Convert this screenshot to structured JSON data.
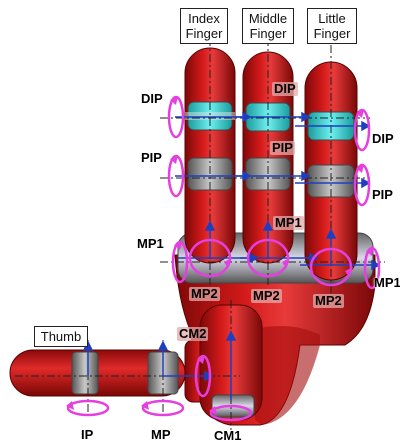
{
  "finger_labels": {
    "index": "Index\nFinger",
    "middle": "Middle\nFinger",
    "little": "Little\nFinger",
    "thumb": "Thumb"
  },
  "joint_labels": {
    "dip_left": "DIP",
    "dip_middle": "DIP",
    "dip_right": "DIP",
    "pip_left": "PIP",
    "pip_middle": "PIP",
    "pip_right": "PIP",
    "mp1_left": "MP1",
    "mp1_middle": "MP1",
    "mp1_right": "MP1",
    "mp2_index": "MP2",
    "mp2_middle": "MP2",
    "mp2_little": "MP2",
    "cm2": "CM2",
    "ip": "IP",
    "mp_thumb": "MP",
    "cm1": "CM1"
  },
  "colors": {
    "body_red": "#c81414",
    "body_dark": "#8a0a0a",
    "rotation_magenta": "#e53fe0",
    "axis_blue": "#1f3fbf",
    "joint_cyan": "#2fd6d6",
    "joint_grey": "#8a8a8a"
  }
}
